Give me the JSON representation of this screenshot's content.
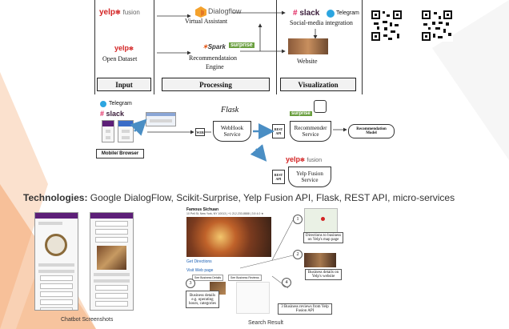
{
  "colors": {
    "accent_orange": "#f29a59",
    "yelp_red": "#d32323",
    "slack_dark": "#3a1d3a",
    "telegram_blue": "#2ca5e0",
    "phone_bar": "#5d1f78"
  },
  "top_row": {
    "yelp_fusion": {
      "yelp": "yelp",
      "fusion": "fusion"
    },
    "dialogflow": {
      "name": "Dialogflow",
      "subtitle": "Virtual Assistant"
    },
    "slack_telegram": {
      "slack": "slack",
      "telegram": "Telegram",
      "subtitle": "Social-media integration"
    },
    "open_dataset": {
      "yelp": "yelp",
      "label": "Open Dataset"
    },
    "recommendation": {
      "spark": "Spark",
      "surprise": "surprise",
      "label_line1": "Recommendataion",
      "label_line2": "Engine"
    },
    "website": {
      "label": "Website"
    }
  },
  "stages": {
    "input": "Input",
    "processing": "Processing",
    "visualization": "Visualization"
  },
  "architecture": {
    "telegram": "Telegram",
    "slack": "slack",
    "mobile_browser": "Mobile/ Browser",
    "web": "WEB",
    "flask": "Flask",
    "webhook": {
      "line1": "WebHook",
      "line2": "Service"
    },
    "rest_api_1": {
      "line1": "REST",
      "line2": "API"
    },
    "surprise": "surprise",
    "recommender": {
      "line1": "Recommender",
      "line2": "Service"
    },
    "recommendation_model": {
      "line1": "Recommendation",
      "line2": "Model"
    },
    "rest_api_2": {
      "line1": "REST",
      "line2": "API"
    },
    "yelp_fusion": {
      "yelp": "yelp",
      "fusion": "fusion",
      "line1": "Yelp Fusion",
      "line2": "Service"
    }
  },
  "technologies": {
    "label": "Technologies:",
    "text": "Google DialogFlow, Scikit-Surprise, Yelp Fusion API, Flask, REST API, micro-services"
  },
  "screens": {
    "chatbot_caption": "Chatbot Screenshots",
    "search_caption": "Search Result",
    "restaurant_name": "Famous Sichuan",
    "address": "10 Pell St, New York, NY 10013 | +1 212-233-8888 | 3.5 4.0 ★",
    "get_directions": "Get Directions",
    "visit_web_page": "Visit Web page",
    "see_business_details": "See Business Details",
    "see_business_reviews": "See Business Reviews",
    "note1": "Directions to business on Yelp's map page",
    "note2": "Business details on Yelp's website",
    "note3": "Business details e.g. operating hours, categories",
    "note4": "3 Business reviews from Yelp Fusion API",
    "numbers": [
      "1",
      "2",
      "3",
      "4"
    ]
  }
}
